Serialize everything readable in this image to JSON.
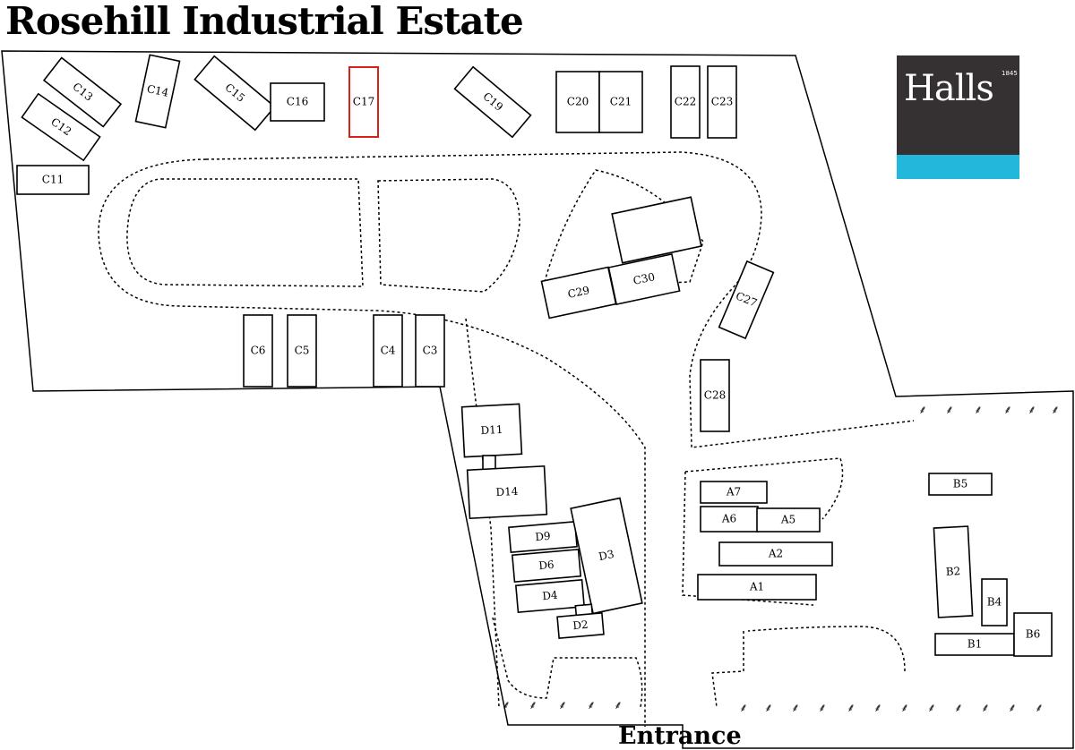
{
  "map": {
    "title": "Rosehill Industrial Estate",
    "entrance_label": "Entrance",
    "highlight_color": "#d9211b",
    "tree_icon": "tree-icon"
  },
  "logo": {
    "word": "Halls",
    "est": "1845",
    "background_color": "#353132",
    "stripe_color": "#23b7dc"
  },
  "units": {
    "C11": "C11",
    "C12": "C12",
    "C13": "C13",
    "C14": "C14",
    "C15": "C15",
    "C16": "C16",
    "C17": "C17",
    "C19": "C19",
    "C20": "C20",
    "C21": "C21",
    "C22": "C22",
    "C23": "C23",
    "C27": "C27",
    "C28": "C28",
    "C29": "C29",
    "C30": "C30",
    "C6": "C6",
    "C5": "C5",
    "C4": "C4",
    "C3": "C3",
    "D11": "D11",
    "D14": "D14",
    "D9": "D9",
    "D6": "D6",
    "D4": "D4",
    "D3": "D3",
    "D2": "D2",
    "A7": "A7",
    "A6": "A6",
    "A5": "A5",
    "A2": "A2",
    "A1": "A1",
    "B5": "B5",
    "B2": "B2",
    "B4": "B4",
    "B1": "B1",
    "B6": "B6"
  },
  "highlighted_unit": "C17"
}
